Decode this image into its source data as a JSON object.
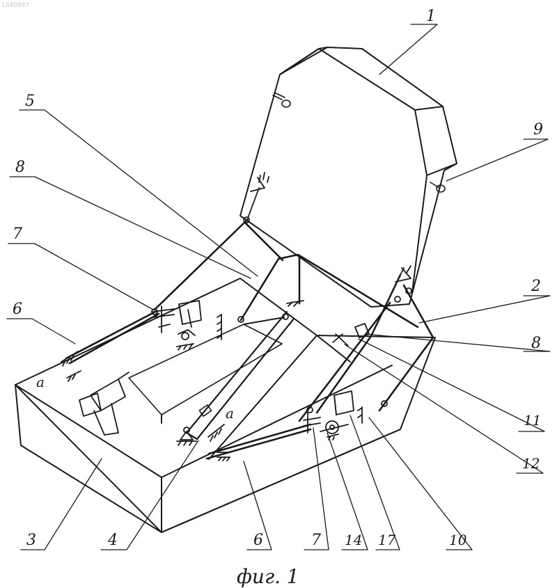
{
  "figure": {
    "caption": "фиг. 1",
    "code": "1840887"
  },
  "labels": {
    "l1": "1",
    "l2": "2",
    "l3": "3",
    "l4": "4",
    "l5": "5",
    "l6_left": "6",
    "l6_bottom": "6",
    "l7_left": "7",
    "l7_bottom": "7",
    "l8_left": "8",
    "l8_right": "8",
    "l9": "9",
    "l10": "10",
    "l11": "11",
    "l12": "12",
    "l14": "14",
    "l17": "17",
    "a_left": "a",
    "a_mid": "a"
  },
  "colors": {
    "ink": "#1a1a1a",
    "paper": "#ffffff"
  }
}
